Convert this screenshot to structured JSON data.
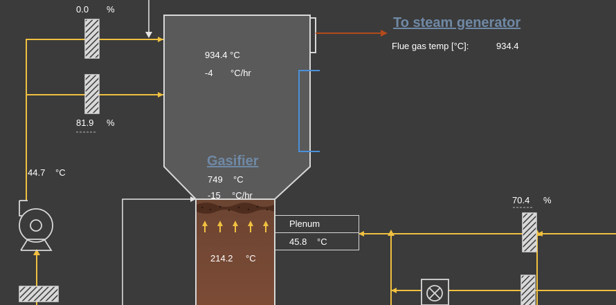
{
  "gasifier": {
    "title": "Gasifier",
    "top_temp": "934.4 °C",
    "top_rate_value": "-4",
    "top_rate_unit": "°C/hr",
    "bed_temp_value": "749",
    "bed_temp_unit": "°C",
    "bed_rate_value": "-15",
    "bed_rate_unit": "°C/hr",
    "lower_temp_value": "214.2",
    "lower_temp_unit": "°C"
  },
  "steam": {
    "title": "To steam generator",
    "flue_label": "Flue gas temp [°C]:",
    "flue_value": "934.4"
  },
  "valves": {
    "top_left": {
      "value": "0.0",
      "unit": "%"
    },
    "mid_left": {
      "value": "81.9",
      "unit": "%"
    },
    "right": {
      "value": "70.4",
      "unit": "%"
    }
  },
  "blower": {
    "temp_value": "44.7",
    "temp_unit": "°C"
  },
  "plenum": {
    "label": "Plenum",
    "temp_value": "45.8",
    "temp_unit": "°C"
  },
  "colors": {
    "background": "#3b3b3b",
    "vessel_fill": "#5a5a5a",
    "air_line": "#f0c040",
    "bed": "#7a4a33",
    "flue_line": "#b24a1c",
    "water_line": "#4a90d9",
    "title": "#6f89a6"
  }
}
